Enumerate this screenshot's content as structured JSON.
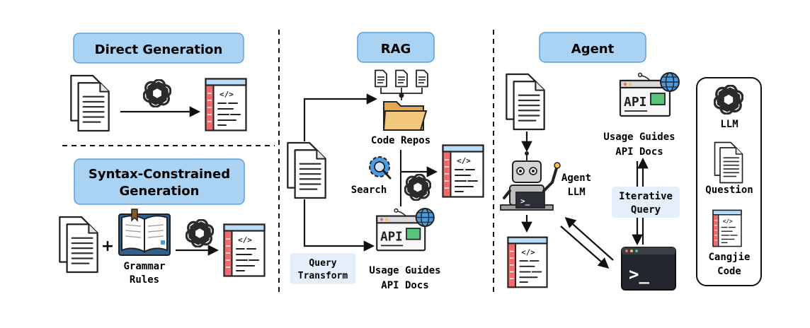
{
  "sections": {
    "direct": {
      "title": "Direct Generation"
    },
    "syntax": {
      "title_line1": "Syntax-Constrained",
      "title_line2": "Generation",
      "grammar_line1": "Grammar",
      "grammar_line2": "Rules",
      "plus": "+"
    },
    "rag": {
      "title": "RAG",
      "code_repos": "Code Repos",
      "search": "Search",
      "query_line1": "Query",
      "query_line2": "Transform",
      "usage_guides": "Usage Guides",
      "api_docs": "API Docs"
    },
    "agent": {
      "title": "Agent",
      "agent_line1": "Agent",
      "agent_line2": "LLM",
      "usage_guides": "Usage Guides",
      "api_docs": "API Docs",
      "iter_line1": "Iterative",
      "iter_line2": "Query"
    }
  },
  "legend": {
    "llm": "LLM",
    "question": "Question",
    "code_line1": "Cangjie",
    "code_line2": "Code"
  },
  "icons": {
    "api_label": "API",
    "code_symbol": "</>",
    "terminal_prompt": ">_"
  },
  "colors": {
    "header_fill": "#a9d2f3",
    "header_stroke": "#5aa0dc",
    "code_red": "#ef6b6b",
    "code_blue": "#b9dcf6",
    "folder": "#f2c77d",
    "query_bg": "#e4effb",
    "terminal": "#23262c"
  }
}
